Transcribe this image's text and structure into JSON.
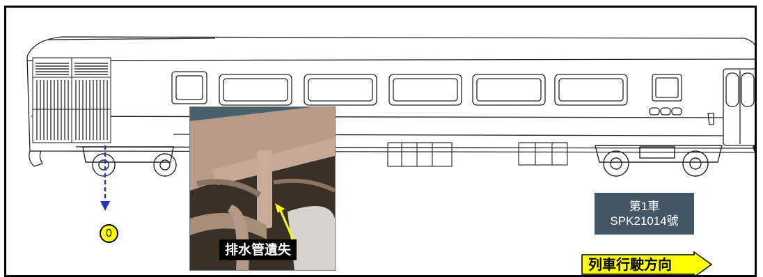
{
  "diagram": {
    "photo_label": "排水管遺失",
    "car_label": {
      "line1": "第1車",
      "line2": "SPK21014號"
    },
    "marker": "0",
    "direction": "列車行駛方向",
    "colors": {
      "marker_fill": "#ffff00",
      "arrow_fill": "#ffff00",
      "car_label_bg": "#445566",
      "dashed_arrow": "#2233cc"
    },
    "icons": [
      "train-car-side-view",
      "dashed-down-arrow",
      "right-arrow"
    ]
  }
}
